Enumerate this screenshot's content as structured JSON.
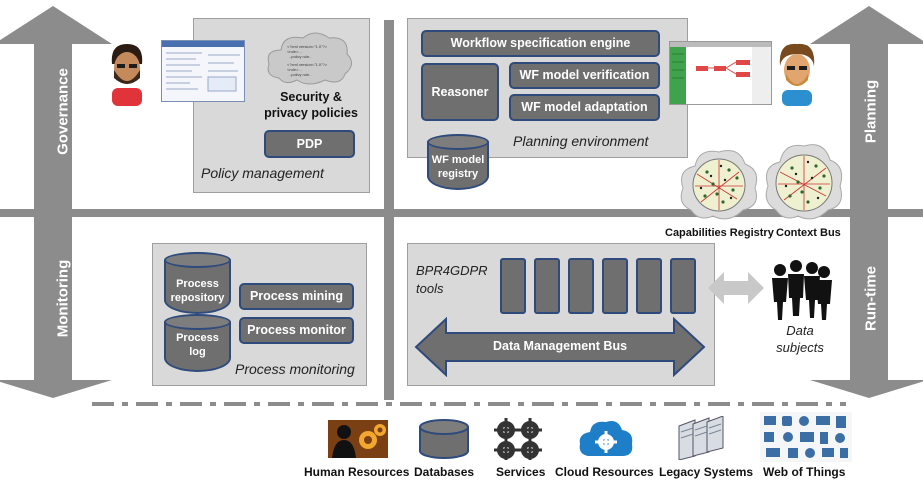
{
  "side_arrows": {
    "governance": "Governance",
    "monitoring": "Monitoring",
    "planning": "Planning",
    "runtime": "Run-time"
  },
  "policy": {
    "title": "Policy management",
    "cloud_text": "Security &\nprivacy policies",
    "pdp": "PDP"
  },
  "planning_env": {
    "title": "Planning environment",
    "engine": "Workflow specification engine",
    "reasoner": "Reasoner",
    "verification": "WF model verification",
    "adaptation": "WF model adaptation",
    "registry": "WF model\nregistry"
  },
  "registries": {
    "capabilities": "Capabilities Registry",
    "context_bus": "Context Bus"
  },
  "monitoring_env": {
    "title": "Process monitoring",
    "repository": "Process\nrepository",
    "log": "Process\nlog",
    "mining": "Process mining",
    "monitor": "Process monitor"
  },
  "bpr": {
    "tools_label": "BPR4GDPR\ntools",
    "bus": "Data Management Bus",
    "subjects": "Data\nsubjects"
  },
  "resources": [
    {
      "label": "Human Resources",
      "icon": "human-resources-icon"
    },
    {
      "label": "Databases",
      "icon": "database-icon"
    },
    {
      "label": "Services",
      "icon": "gears-icon"
    },
    {
      "label": "Cloud Resources",
      "icon": "cloud-gear-icon"
    },
    {
      "label": "Legacy Systems",
      "icon": "server-rack-icon"
    },
    {
      "label": "Web of Things",
      "icon": "iot-devices-icon"
    }
  ],
  "colors": {
    "arrow": "#8c8c8c",
    "panel": "#d9d9d9",
    "block": "#6f6f6f",
    "block_border": "#2f4b7c"
  }
}
